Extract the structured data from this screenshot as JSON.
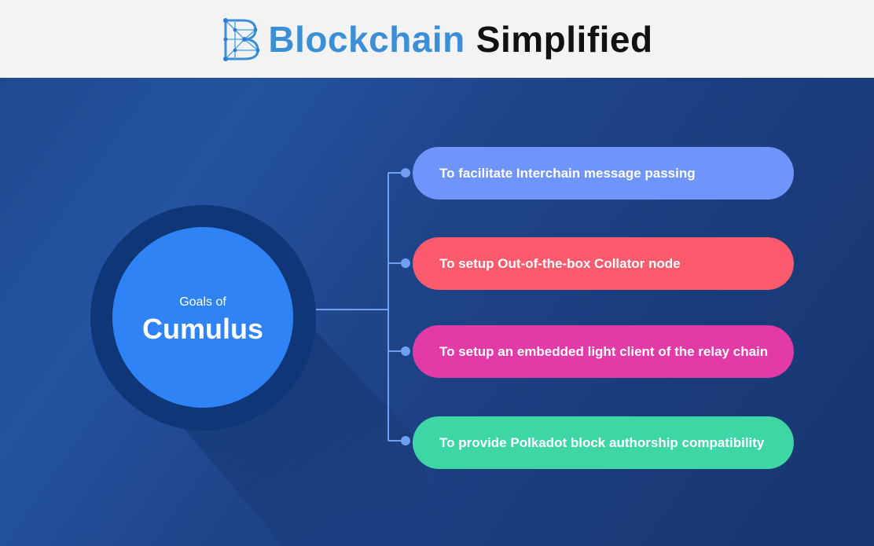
{
  "header": {
    "brand_word1": "Blockchain",
    "brand_word2": "Simplified",
    "logo_icon": "blockchain-network-b-logo",
    "colors": {
      "word1": "#3a8fd6",
      "word2": "#111111",
      "background": "#f3f3f3"
    }
  },
  "diagram": {
    "center": {
      "subtitle": "Goals of",
      "title": "Cumulus"
    },
    "goals": [
      {
        "label": "To facilitate Interchain message passing",
        "color": "#6f95fb"
      },
      {
        "label": "To setup Out-of-the-box Collator node",
        "color": "#fb5b6c"
      },
      {
        "label": "To setup an embedded light client of the relay chain",
        "color": "#e23aa6"
      },
      {
        "label": "To provide Polkadot block authorship compatibility",
        "color": "#3ed6a5"
      }
    ],
    "colors": {
      "connector": "#6f9ff0",
      "center_circle": "#2f83f5",
      "outer_ring": "#0f3677"
    }
  }
}
